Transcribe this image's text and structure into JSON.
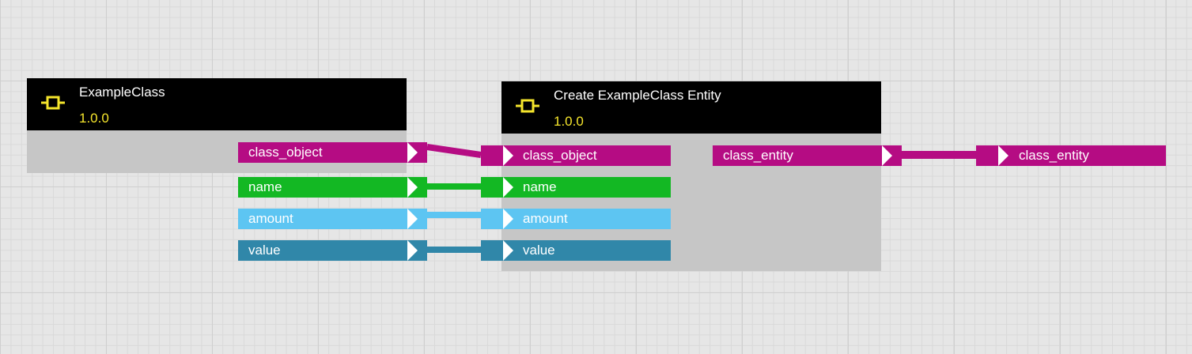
{
  "colors": {
    "class_object": "#b50c83",
    "name": "#13b823",
    "amount": "#5dc5f2",
    "value": "#3087a9",
    "header": "#000000",
    "version": "#f5e52c",
    "body": "#c6c6c6"
  },
  "nodes": [
    {
      "title": "ExampleClass",
      "version": "1.0.0",
      "icon": "struct-icon",
      "outputs": [
        "class_object",
        "name",
        "amount",
        "value"
      ]
    },
    {
      "title": "Create ExampleClass Entity",
      "version": "1.0.0",
      "icon": "struct-icon",
      "inputs": [
        "class_object",
        "name",
        "amount",
        "value"
      ],
      "outputs": [
        "class_entity"
      ]
    }
  ],
  "result_pin": {
    "label": "class_entity"
  }
}
